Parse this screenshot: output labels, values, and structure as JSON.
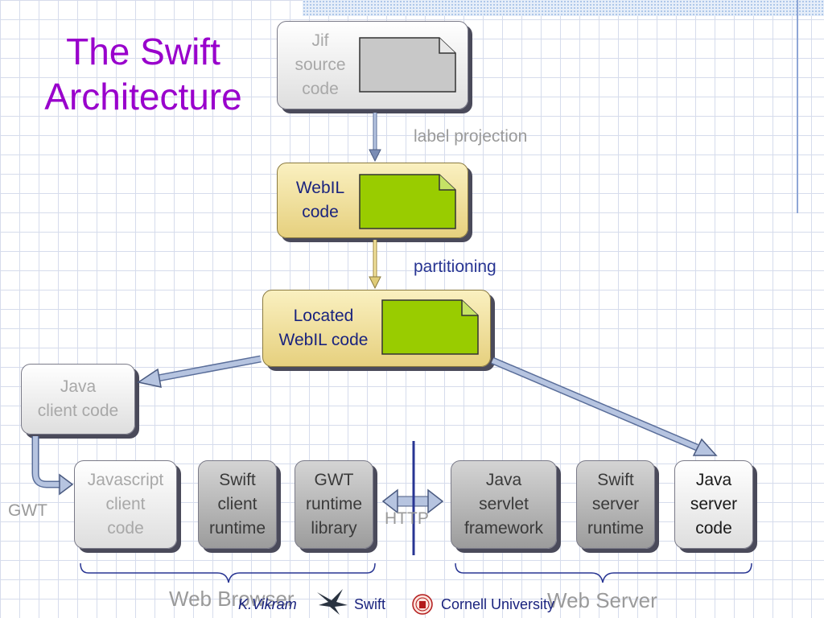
{
  "title": "The Swift\nArchitecture",
  "nodes": {
    "jif": "Jif\nsource\ncode",
    "webil": "WebIL\ncode",
    "located": "Located\nWebIL code",
    "java_client": "Java\nclient code",
    "javascript": "Javascript\nclient\ncode",
    "swift_client": "Swift\nclient\nruntime",
    "gwt_runtime": "GWT\nruntime\nlibrary",
    "servlet": "Java\nservlet\nframework",
    "swift_server": "Swift\nserver\nruntime",
    "java_server": "Java\nserver\ncode"
  },
  "edges": {
    "label_projection": "label projection",
    "partitioning": "partitioning",
    "gwt": "GWT",
    "http": "HTTP"
  },
  "groups": {
    "browser": "Web Browser",
    "server": "Web Server"
  },
  "footer": {
    "author": "K.Vikram",
    "project": "Swift",
    "university": "Cornell University"
  },
  "colors": {
    "title": "#9900cc",
    "compiled_box": "#e6d07e",
    "document_green": "#99cc00",
    "document_gray": "#c8c8c8",
    "text_navy": "#1a237e"
  }
}
